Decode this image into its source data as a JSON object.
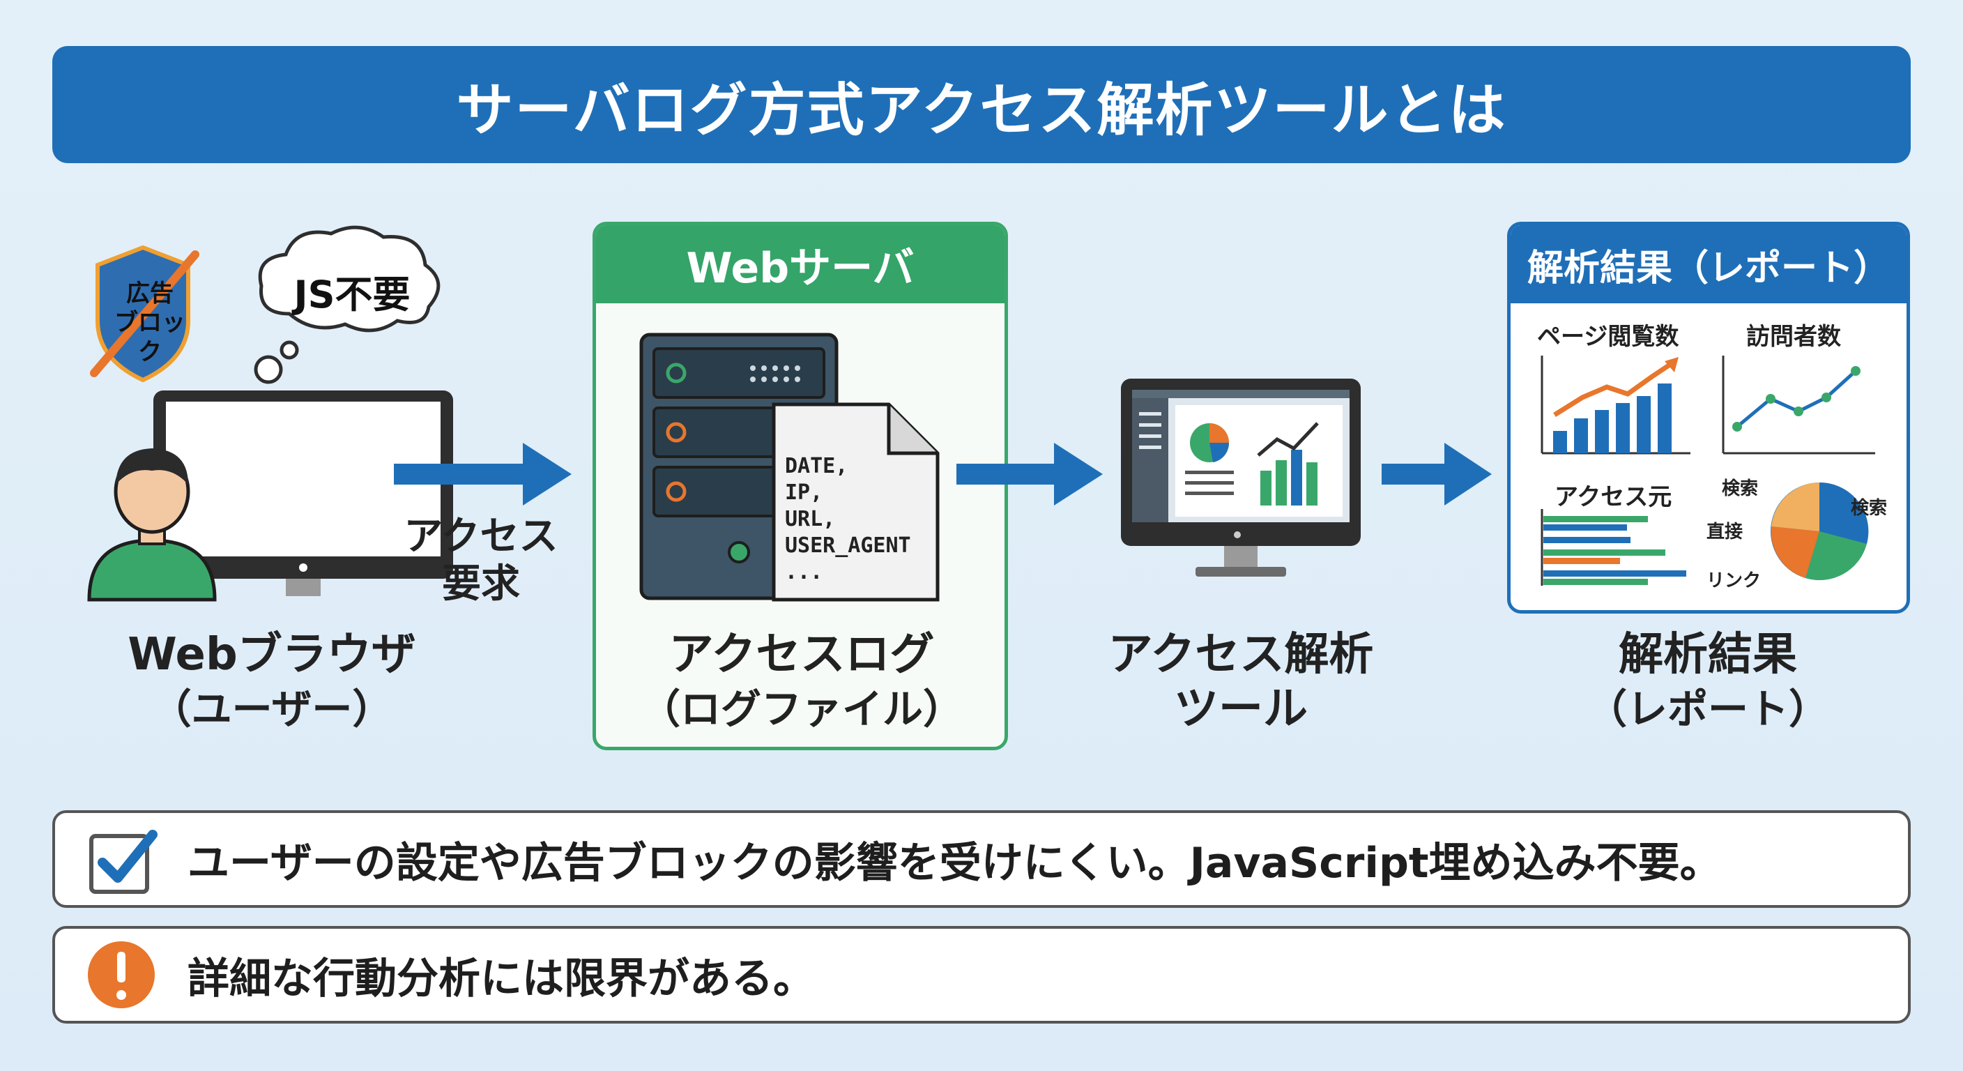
{
  "title": "サーバログ方式アクセス解析ツールとは",
  "browser": {
    "shield_line1": "広告",
    "shield_line2": "ブロック",
    "bubble": "JS不要",
    "caption_line1": "Webブラウザ",
    "caption_line2": "（ユーザー）"
  },
  "arrow1_label": [
    "アクセス",
    "要求"
  ],
  "server": {
    "panel_title": "Webサーバ",
    "log_lines": [
      "DATE,",
      "IP,",
      "URL,",
      "USER_AGENT",
      "..."
    ],
    "caption_line1": "アクセスログ",
    "caption_line2": "（ログファイル）"
  },
  "tool": {
    "caption_line1": "アクセス解析",
    "caption_line2": "ツール"
  },
  "report": {
    "panel_title": "解析結果（レポート）",
    "pageviews_label": "ページ閲覧数",
    "visitors_label": "訪問者数",
    "sources_label": "アクセス元",
    "pie_labels": {
      "search1": "検索",
      "search2": "検索",
      "direct": "直接",
      "link": "リンク"
    },
    "caption_line1": "解析結果",
    "caption_line2": "（レポート）"
  },
  "notes": [
    {
      "icon": "check-icon",
      "text": "ユーザーの設定や広告ブロックの影響を受けにくい。JavaScript埋め込み不要。"
    },
    {
      "icon": "exclamation-icon",
      "text": "詳細な行動分析には限界がある。"
    }
  ],
  "colors": {
    "title_blue": "#1f6fb8",
    "server_green": "#34a468",
    "arrow_blue": "#1f6fb8",
    "chart_orange": "#e8762c",
    "chart_green": "#3aa76a"
  }
}
